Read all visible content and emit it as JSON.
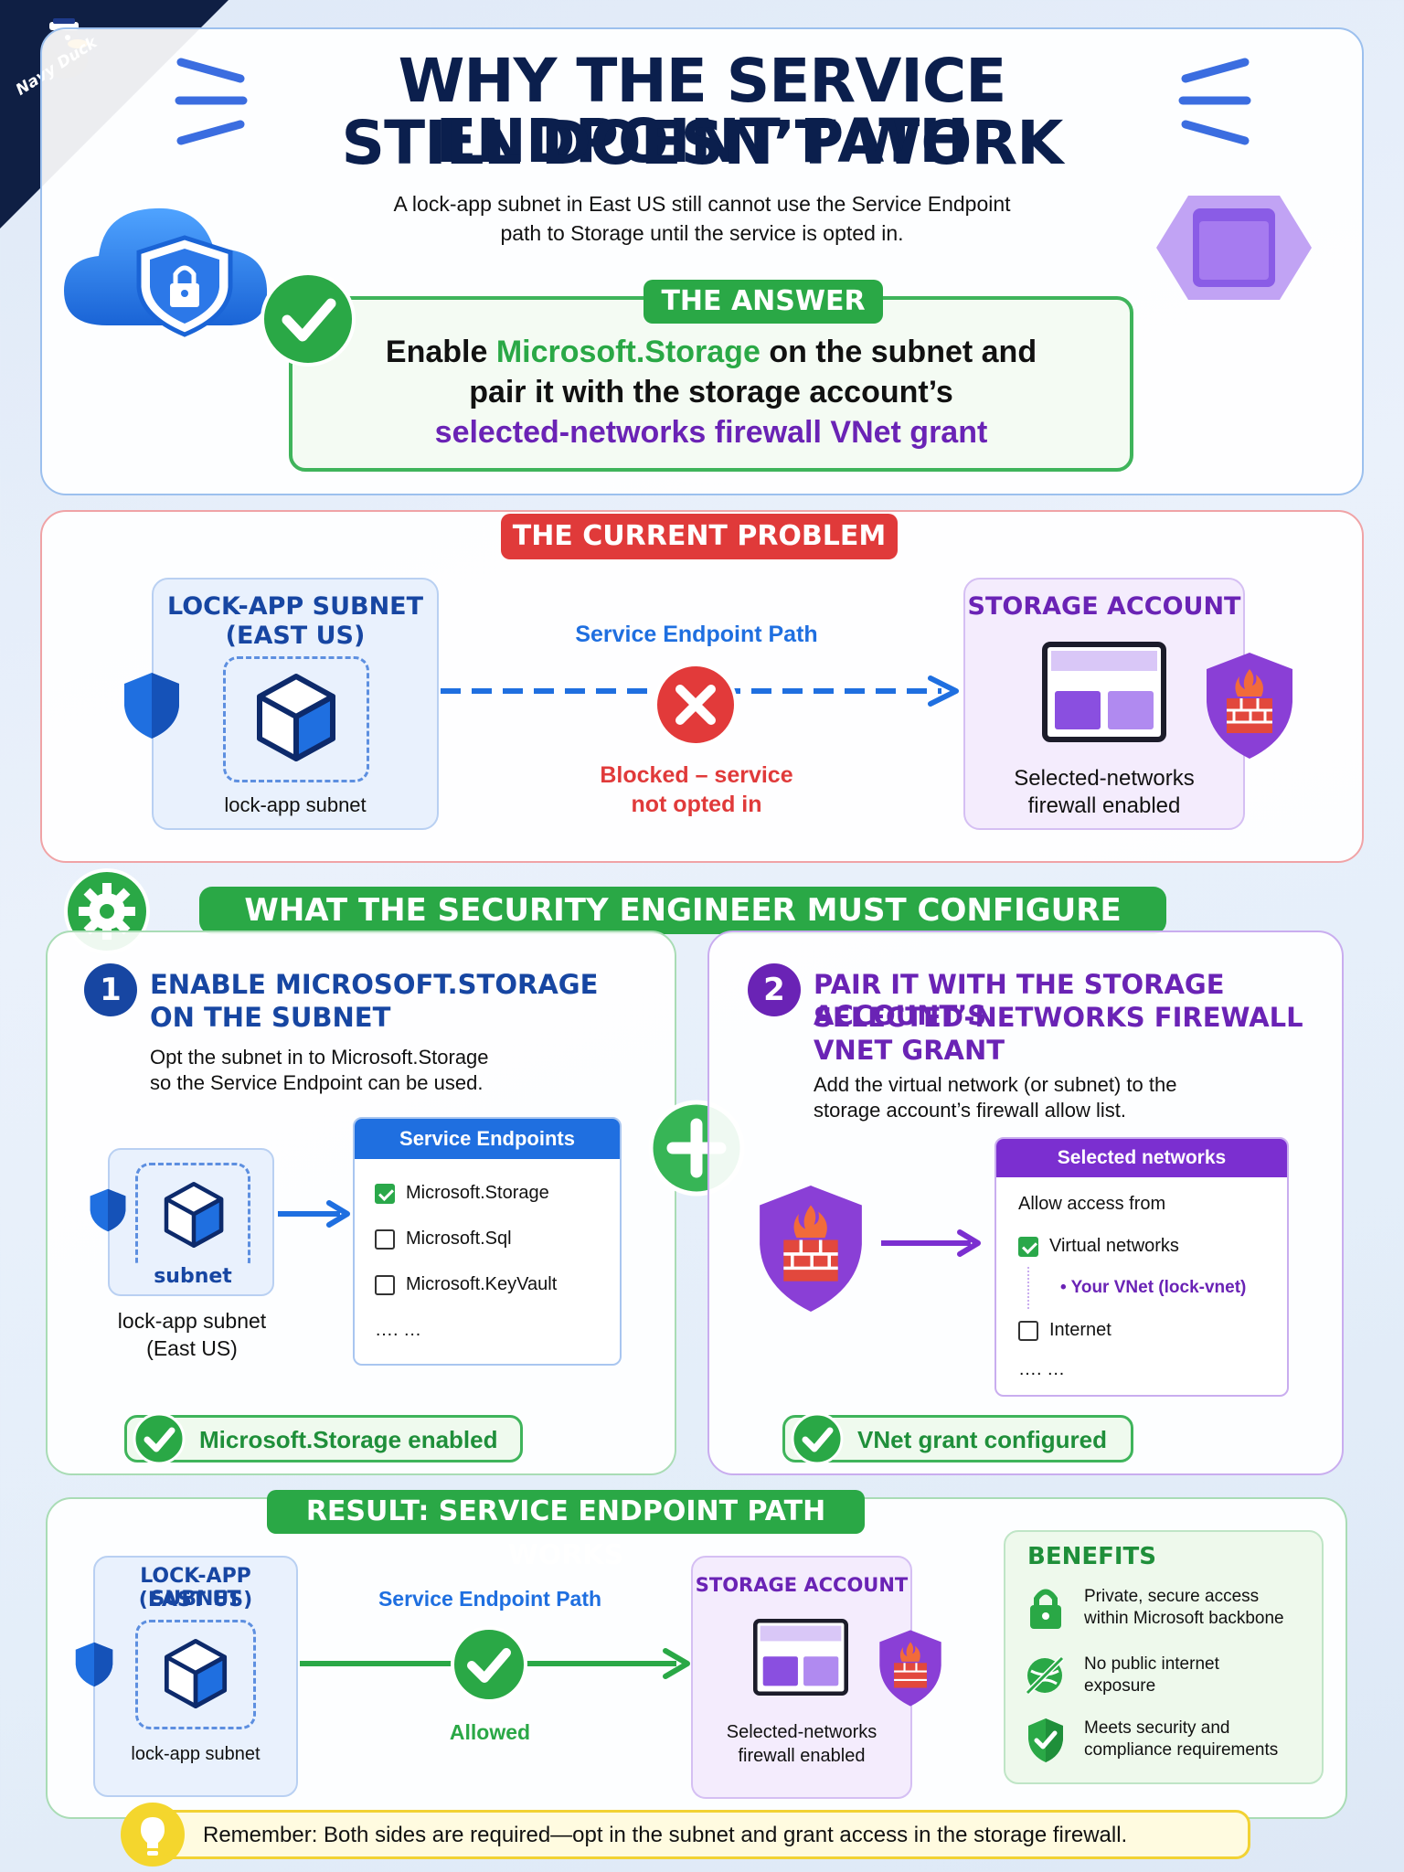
{
  "logo": {
    "text": "Navy Duck"
  },
  "header": {
    "title_line1": "WHY THE SERVICE ENDPOINT PATH",
    "title_line2": "STILL DOESN’T WORK",
    "subtitle_line1": "A lock-app subnet in East US still cannot use the Service Endpoint",
    "subtitle_line2": "path to Storage until the service is opted in."
  },
  "answer": {
    "badge": "THE ANSWER",
    "line1_pre": "Enable ",
    "line1_highlight": "Microsoft.Storage",
    "line1_post": " on the subnet and",
    "line2": "pair it with the storage account’s",
    "line3": "selected-networks firewall VNet grant"
  },
  "problem": {
    "badge": "THE CURRENT PROBLEM",
    "subnet_title_line1": "LOCK-APP SUBNET",
    "subnet_title_line2": "(EAST US)",
    "subnet_label": "lock-app subnet",
    "path_label": "Service Endpoint Path",
    "blocked_line1": "Blocked – service",
    "blocked_line2": "not opted in",
    "storage_title": "STORAGE ACCOUNT",
    "storage_caption_line1": "Selected-networks",
    "storage_caption_line2": "firewall enabled"
  },
  "configure": {
    "banner": "WHAT THE SECURITY ENGINEER MUST CONFIGURE",
    "step1": {
      "number": "1",
      "title_line1": "ENABLE MICROSOFT.STORAGE",
      "title_line2": "ON THE SUBNET",
      "desc_line1": "Opt the subnet in to Microsoft.Storage",
      "desc_line2": "so the Service Endpoint can be used.",
      "subnet_inner_label": "subnet",
      "subnet_caption_line1": "lock-app subnet",
      "subnet_caption_line2": "(East US)",
      "panel_title": "Service Endpoints",
      "items": [
        {
          "label": "Microsoft.Storage",
          "checked": true
        },
        {
          "label": "Microsoft.Sql",
          "checked": false
        },
        {
          "label": "Microsoft.KeyVault",
          "checked": false
        }
      ],
      "more": "…. …",
      "status": "Microsoft.Storage enabled"
    },
    "step2": {
      "number": "2",
      "title_line1": "PAIR IT WITH THE STORAGE ACCOUNT’S",
      "title_line2": "SELECTED-NETWORKS FIREWALL",
      "title_line3": "VNET GRANT",
      "desc_line1": "Add the virtual network (or subnet) to the",
      "desc_line2": "storage account’s firewall allow list.",
      "panel_title": "Selected networks",
      "allow_label": "Allow access from",
      "vnet_label": "Virtual networks",
      "vnet_checked": true,
      "vnet_item": "• Your VNet (lock-vnet)",
      "internet_label": "Internet",
      "internet_checked": false,
      "more": "…. …",
      "status": "VNet grant configured"
    }
  },
  "result": {
    "banner": "RESULT: SERVICE ENDPOINT PATH WORKS",
    "subnet_title_line1": "LOCK-APP SUBNET",
    "subnet_title_line2": "(EAST US)",
    "subnet_label": "lock-app subnet",
    "path_label": "Service Endpoint Path",
    "allowed": "Allowed",
    "storage_title": "STORAGE ACCOUNT",
    "storage_caption_line1": "Selected-networks",
    "storage_caption_line2": "firewall enabled"
  },
  "benefits": {
    "title": "BENEFITS",
    "items": [
      {
        "icon": "lock-icon",
        "line1": "Private, secure access",
        "line2": "within Microsoft backbone"
      },
      {
        "icon": "globe-off-icon",
        "line1": "No public internet",
        "line2": "exposure"
      },
      {
        "icon": "shield-check-icon",
        "line1": "Meets security and",
        "line2": "compliance requirements"
      }
    ]
  },
  "reminder": {
    "text": "Remember: Both sides are required—opt in the subnet and grant access in the storage firewall."
  },
  "colors": {
    "navy": "#0b1f4d",
    "green": "#26a644",
    "red": "#e03a3a",
    "blue": "#1f6fe0",
    "purple": "#7b2fd0",
    "yellow": "#f2d233"
  }
}
